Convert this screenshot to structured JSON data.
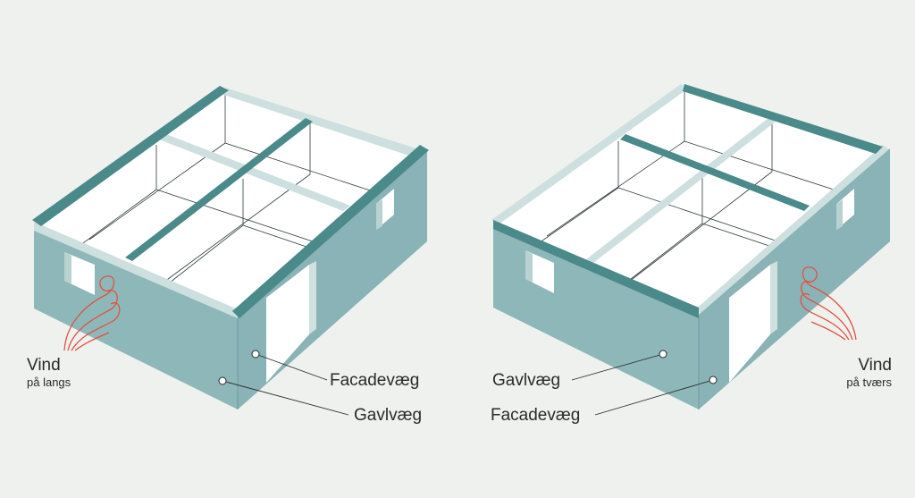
{
  "left_diagram": {
    "wind_label": "Vind",
    "wind_sublabel": "på langs",
    "facade_label": "Facadevæg",
    "gable_label": "Gavlvæg"
  },
  "right_diagram": {
    "wind_label": "Vind",
    "wind_sublabel": "på tværs",
    "facade_label": "Facadevæg",
    "gable_label": "Gavlvæg"
  },
  "colors": {
    "background": "#eff1ef",
    "wall_front": "#8eb7ba",
    "wall_side": "#89b3b6",
    "beam_active": "#4b8a8b",
    "beam_inactive": "#cde0df",
    "floor": "#ffffff",
    "wind": "#e0523f"
  }
}
